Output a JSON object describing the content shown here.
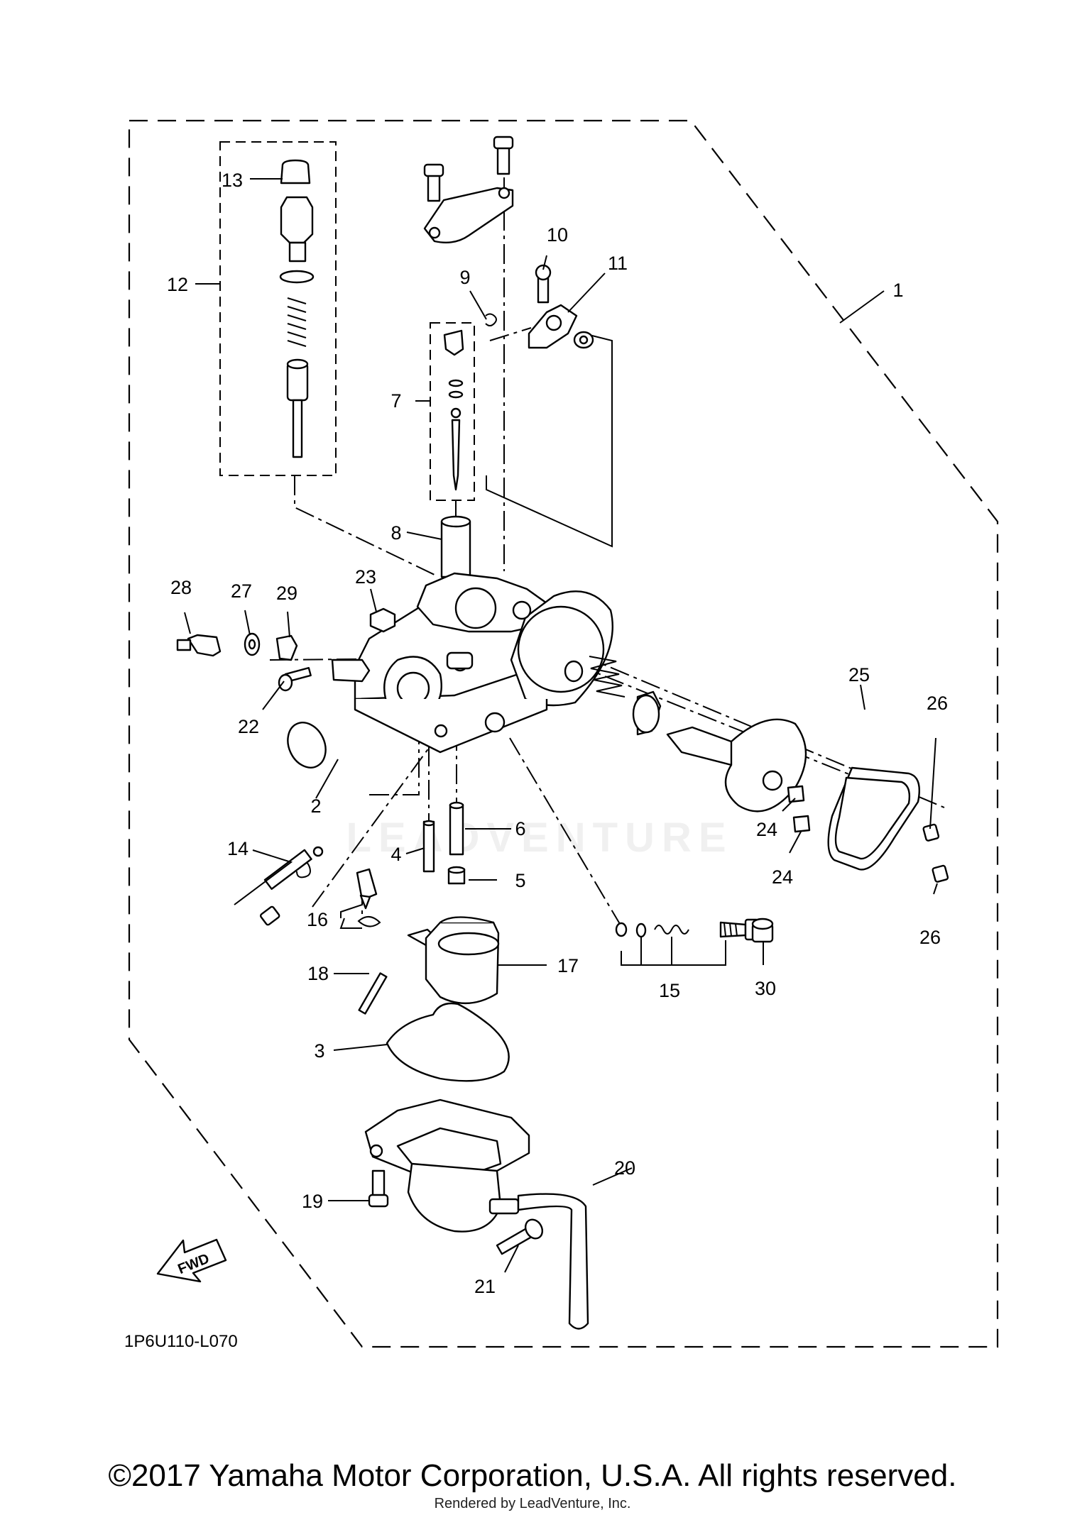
{
  "diagram_code": "1P6U110-L070",
  "fwd_label": "FWD",
  "watermark": "LEADVENTURE",
  "copyright": "©2017 Yamaha Motor Corporation, U.S.A. All rights reserved.",
  "rendered_by": "Rendered by LeadVenture, Inc.",
  "callouts": [
    "1",
    "2",
    "3",
    "4",
    "5",
    "6",
    "7",
    "8",
    "9",
    "10",
    "11",
    "12",
    "13",
    "14",
    "15",
    "16",
    "17",
    "18",
    "19",
    "20",
    "21",
    "22",
    "23",
    "24",
    "24",
    "25",
    "26",
    "26",
    "27",
    "28",
    "29",
    "30"
  ]
}
